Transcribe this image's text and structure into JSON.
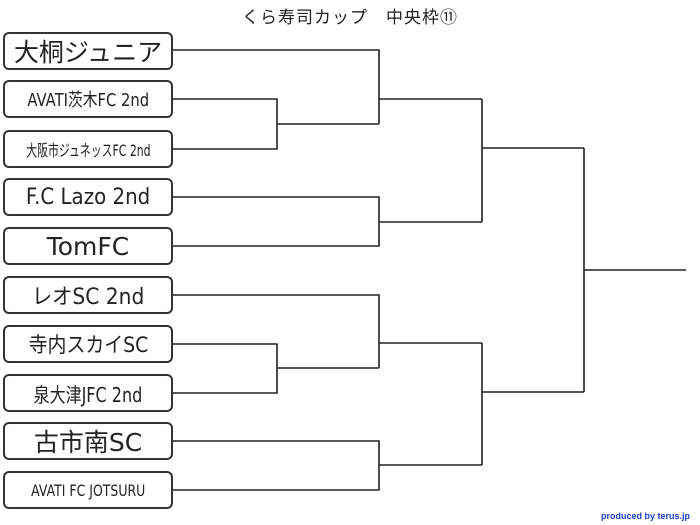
{
  "title": "くら寿司カップ　中央枠⑪",
  "teams": [
    {
      "name": "大桐ジュニア"
    },
    {
      "name": "AVATI茨木FC 2nd"
    },
    {
      "name": "大阪市ジュネッスFC 2nd"
    },
    {
      "name": "F.C Lazo 2nd"
    },
    {
      "name": "TomFC"
    },
    {
      "name": "レオSC 2nd"
    },
    {
      "name": "寺内スカイSC"
    },
    {
      "name": "泉大津JFC 2nd"
    },
    {
      "name": "古市南SC"
    },
    {
      "name": "AVATI FC JOTSURU"
    }
  ],
  "credit": "produced by terus.jp"
}
